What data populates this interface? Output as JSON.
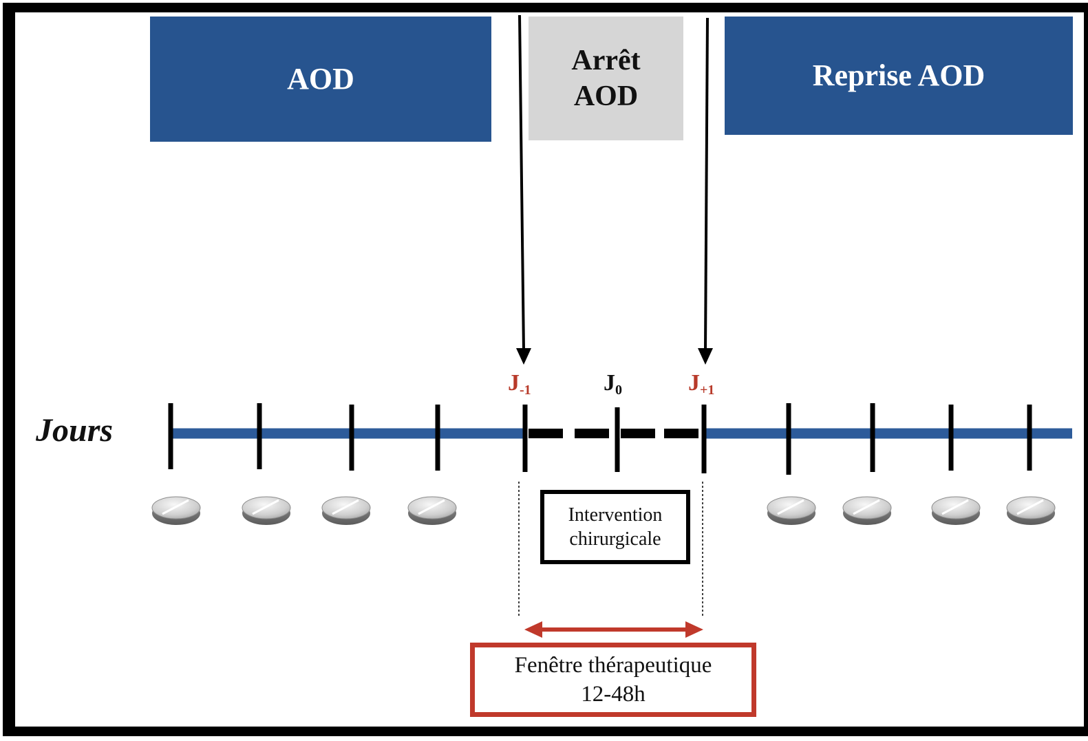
{
  "phases": {
    "aod": "AOD",
    "stop_line1": "Arrêt",
    "stop_line2": "AOD",
    "resume": "Reprise AOD"
  },
  "timeline": {
    "axis_label": "Jours",
    "day_prev": {
      "base": "J",
      "sub": "-1"
    },
    "day_zero": {
      "base": "J",
      "sub": "0"
    },
    "day_next": {
      "base": "J",
      "sub": "+1"
    }
  },
  "surgery": {
    "line1": "Intervention",
    "line2": "chirurgicale"
  },
  "window": {
    "line1": "Fenêtre thérapeutique",
    "line2": "12-48h"
  },
  "pills": {
    "before_count": 4,
    "after_count": 4
  },
  "colors": {
    "phase_blue": "#27548f",
    "phase_grey": "#d6d6d6",
    "axis_blue": "#2d5b9a",
    "accent_red": "#c0392b",
    "day_red": "#b83a2a"
  }
}
